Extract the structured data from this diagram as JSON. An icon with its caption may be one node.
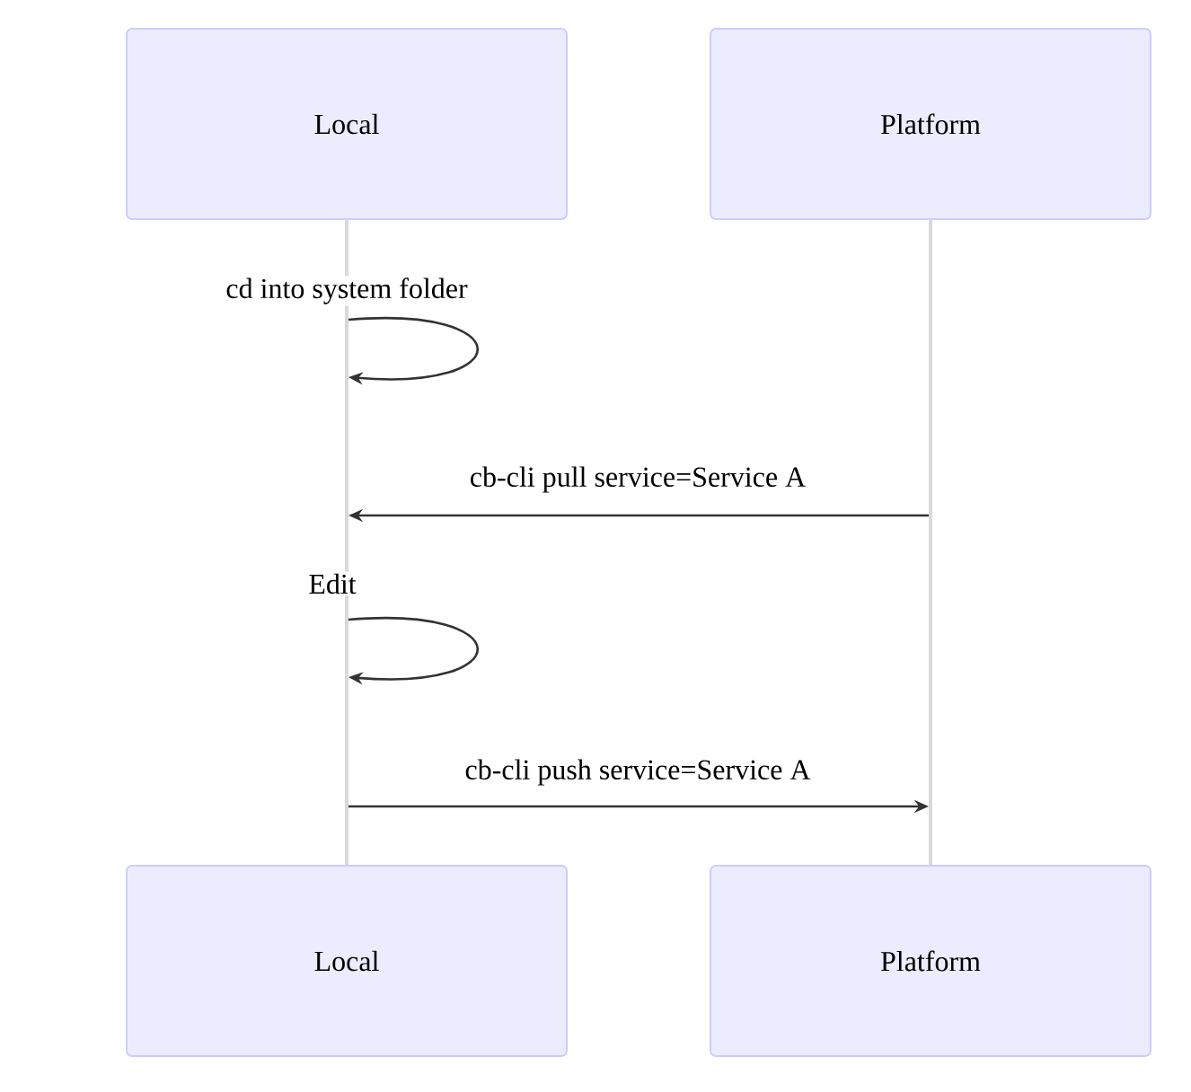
{
  "diagram": {
    "nodes": [
      {
        "text": [
          "Local"
        ]
      },
      {
        "text": [
          "Platform"
        ]
      },
      {
        "text": [],
        "shape": "bar"
      },
      {
        "text": [],
        "shape": "bar"
      },
      {
        "text": [
          "Local"
        ]
      },
      {
        "text": [
          "Platform"
        ]
      }
    ],
    "edges": [
      {
        "from": 2,
        "to": 2,
        "arrow": "to",
        "label": "cd into system folder"
      },
      {
        "from": 3,
        "to": 2,
        "arrow": "to",
        "label": "cb-cli pull service=Service A"
      },
      {
        "from": 2,
        "to": 2,
        "arrow": "to",
        "label": "Edit"
      },
      {
        "from": 2,
        "to": 3,
        "arrow": "to",
        "label": "cb-cli push service=Service A"
      }
    ]
  }
}
